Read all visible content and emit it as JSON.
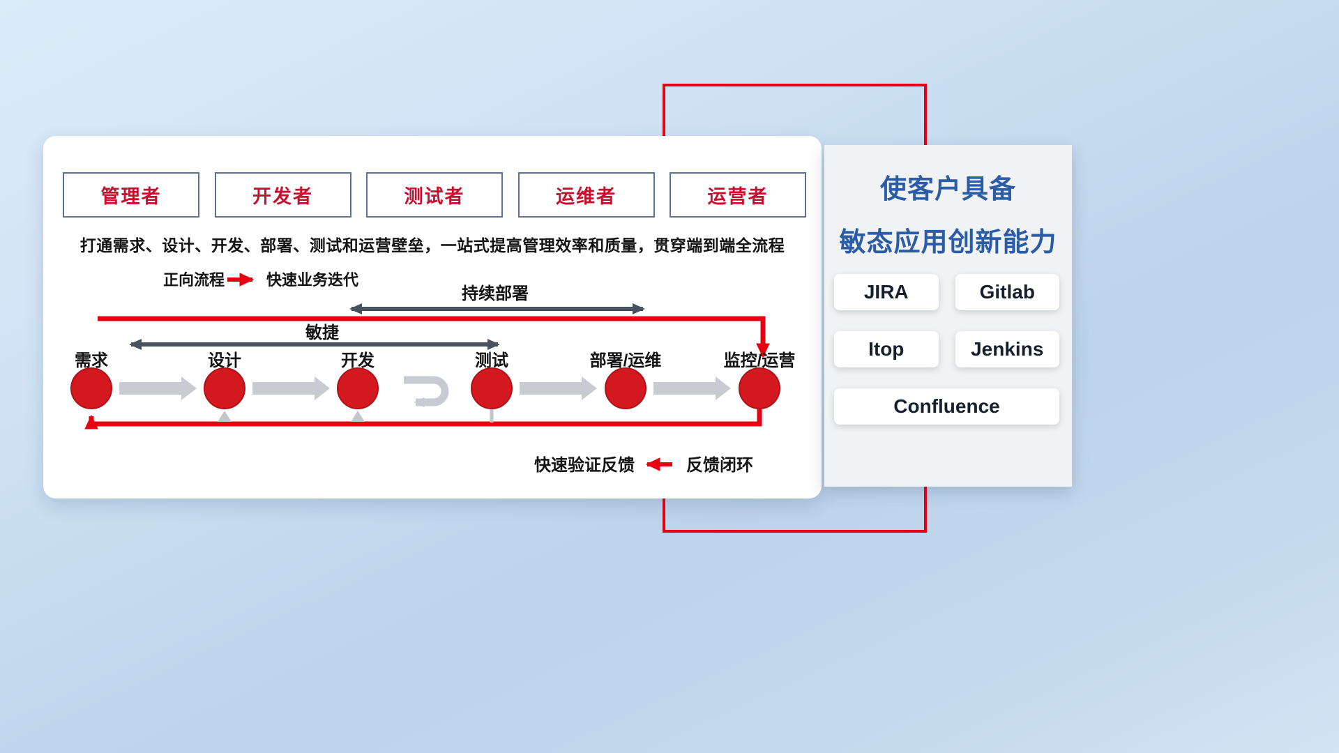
{
  "roles": [
    "管理者",
    "开发者",
    "测试者",
    "运维者",
    "运营者"
  ],
  "description": "打通需求、设计、开发、部署、测试和运营壁垒，一站式提高管理效率和质量，贯穿端到端全流程",
  "legend_forward": {
    "label": "正向流程",
    "value": "快速业务迭代"
  },
  "legend_feedback": {
    "label": "快速验证反馈",
    "value": "反馈闭环"
  },
  "flow": {
    "nodes": [
      "需求",
      "设计",
      "开发",
      "测试",
      "部署/运维",
      "监控/运营"
    ],
    "agile_label": "敏捷",
    "continuous_deployment_label": "持续部署"
  },
  "right_panel": {
    "title_line1": "使客户具备",
    "title_line2": "敏态应用创新能力",
    "tools": [
      "JIRA",
      "Gitlab",
      "Itop",
      "Jenkins",
      "Confluence"
    ]
  },
  "colors": {
    "accent_red": "#e60012",
    "node_red": "#d31820",
    "title_blue": "#2b5ca8",
    "dark_arrow": "#47525e",
    "gray_arrow": "#c8ccd2"
  }
}
